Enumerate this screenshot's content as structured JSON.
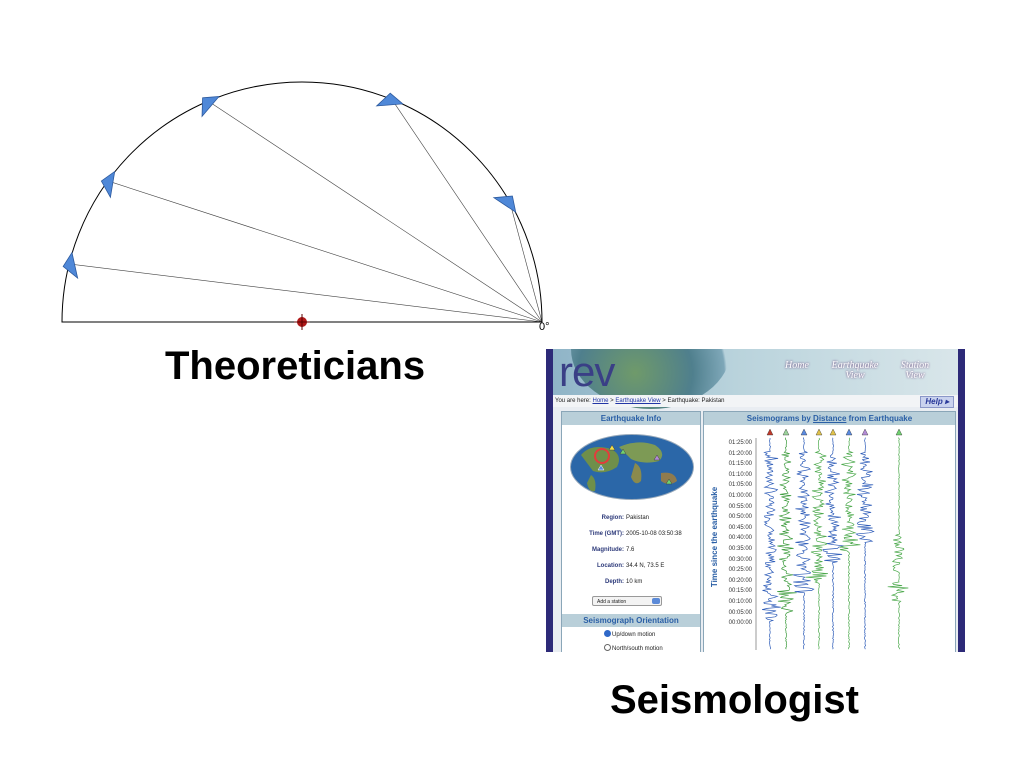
{
  "diagram": {
    "zero_label": "0°",
    "theoreticians_label": "Theoreticians",
    "seismologist_label": "Seismologist",
    "colors": {
      "station": "#4f88d8",
      "epicenter": "#b01818",
      "ray": "#444444"
    }
  },
  "screenshot": {
    "logo": "rev",
    "nav": {
      "home": "Home",
      "earthquake_view_1": "Earthquake",
      "earthquake_view_2": "View",
      "station_view_1": "Station",
      "station_view_2": "View"
    },
    "breadcrumb": {
      "prefix": "You are here:",
      "home": "Home",
      "eq_view": "Earthquake View",
      "current": "Earthquake: Pakistan",
      "sep": ">"
    },
    "help": "Help",
    "left": {
      "title": "Earthquake Info",
      "region_label": "Region:",
      "region": "Pakistan",
      "time_label": "Time (GMT):",
      "time": "2005-10-08 03:50:38",
      "magnitude_label": "Magnitude:",
      "magnitude": "7.6",
      "location_label": "Location:",
      "location": "34.4 N, 73.5 E",
      "depth_label": "Depth:",
      "depth": "10 km",
      "add_station": "Add a station",
      "orientation_title": "Seismograph Orientation",
      "orientation_up": "Up/down motion",
      "orientation_ns": "North/south motion"
    },
    "right": {
      "title_pre": "Seismograms by ",
      "title_link": "Distance",
      "title_post": " from Earthquake",
      "ylabel": "Time since the earthquake",
      "time_ticks": [
        "01:25:00",
        "01:20:00",
        "01:15:00",
        "01:10:00",
        "01:05:00",
        "01:00:00",
        "00:55:00",
        "00:50:00",
        "00:45:00",
        "00:40:00",
        "00:35:00",
        "00:30:00",
        "00:25:00",
        "00:20:00",
        "00:15:00",
        "00:10:00",
        "00:05:00",
        "00:00:00"
      ]
    }
  }
}
